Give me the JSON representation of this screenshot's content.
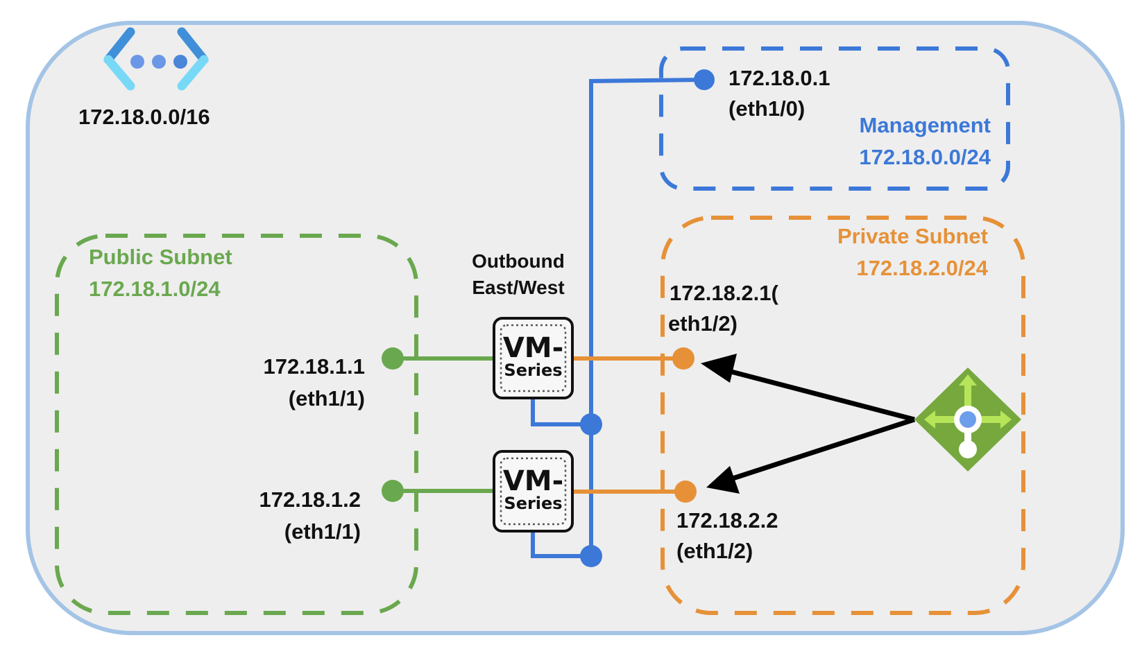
{
  "diagram": {
    "vnet": {
      "icon": "virtual-network-icon",
      "cidr": "172.18.0.0/16",
      "border_color": "#a4c4e6",
      "fill_color": "#eeeeee"
    },
    "management_subnet": {
      "name": "Management",
      "cidr": "172.18.0.0/24",
      "color": "#3c78d8",
      "interface": {
        "ip": "172.18.0.1",
        "port": "(eth1/0)"
      }
    },
    "public_subnet": {
      "name": "Public Subnet",
      "cidr": "172.18.1.0/24",
      "color": "#6aa84f",
      "interfaces": [
        {
          "ip": "172.18.1.1",
          "port": "(eth1/1)"
        },
        {
          "ip": "172.18.1.2",
          "port": "(eth1/1)"
        }
      ]
    },
    "private_subnet": {
      "name": "Private Subnet",
      "cidr": "172.18.2.0/24",
      "color": "#e69138",
      "interfaces": [
        {
          "ip": "172.18.2.1(",
          "port": "eth1/2)"
        },
        {
          "ip": "172.18.2.2",
          "port": "(eth1/2)"
        }
      ]
    },
    "firewalls": {
      "label_line1": "Outbound",
      "label_line2": "East/West",
      "devices": [
        {
          "line1": "VM-",
          "line2": "Series"
        },
        {
          "line1": "VM-",
          "line2": "Series"
        }
      ]
    },
    "load_balancer": {
      "icon": "load-balancer-icon",
      "color": "#76a83e"
    }
  }
}
